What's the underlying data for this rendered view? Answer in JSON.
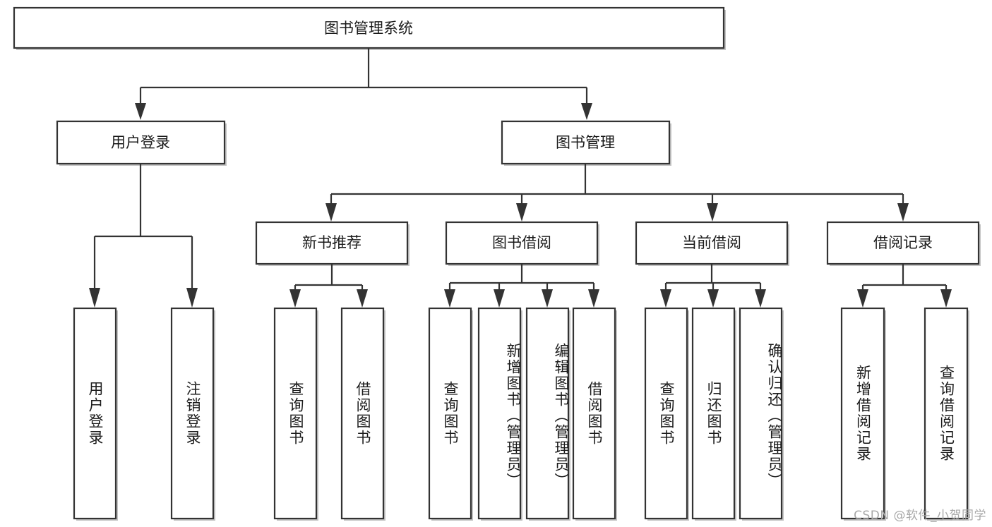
{
  "diagram": {
    "title": "图书管理系统",
    "type": "功能结构图",
    "watermark": "CSDN @软件_小贺同学",
    "colors": {
      "box_fill": "#ffffff",
      "box_stroke": "#333333",
      "text": "#1b1b1b",
      "shadow": "#b9b9b9",
      "watermark": "#a8a8a8",
      "background": "#ffffff"
    },
    "root": {
      "label": "图书管理系统"
    },
    "level2": [
      {
        "label": "用户登录"
      },
      {
        "label": "图书管理"
      }
    ],
    "level3": [
      {
        "label": "新书推荐"
      },
      {
        "label": "图书借阅"
      },
      {
        "label": "当前借阅"
      },
      {
        "label": "借阅记录"
      }
    ],
    "leaves": {
      "user_login": [
        {
          "label": "用户登录"
        },
        {
          "label": "注销登录"
        }
      ],
      "new_book_recommend": [
        {
          "label": "查询图书"
        },
        {
          "label": "借阅图书"
        }
      ],
      "book_borrow": [
        {
          "label": "查询图书"
        },
        {
          "label": "新增图书（管理员）"
        },
        {
          "label": "编辑图书（管理员）"
        },
        {
          "label": "借阅图书"
        }
      ],
      "current_borrow": [
        {
          "label": "查询图书"
        },
        {
          "label": "归还图书"
        },
        {
          "label": "确认归还（管理员）"
        }
      ],
      "borrow_record": [
        {
          "label": "新增借阅记录"
        },
        {
          "label": "查询借阅记录"
        }
      ]
    }
  }
}
